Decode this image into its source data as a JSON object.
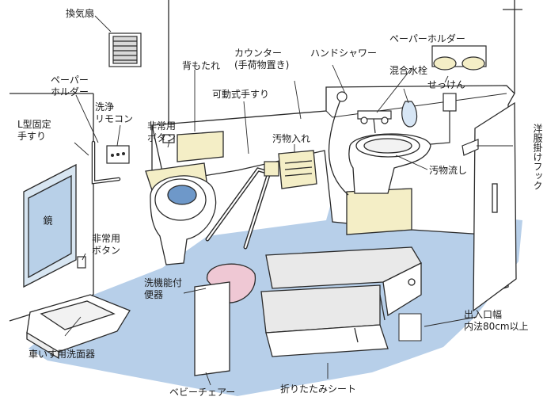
{
  "labels": {
    "fan": "換気扇",
    "paper_holder_left": "ペーパー\nホルダー",
    "wash_remote": "洗浄\nリモコン",
    "l_handrail": "L型固定\n手すり",
    "backrest": "背もたれ",
    "emergency_button_top": "非常用\nボタン",
    "movable_handrail": "可動式手すり",
    "counter": "カウンター\n(手荷物置き)",
    "hand_shower": "ハンドシャワー",
    "paper_holder_right": "ペーパーホルダー",
    "mixing_faucet": "混合水栓",
    "soap": "せっけん",
    "waste_bin": "汚物入れ",
    "slop_sink": "汚物流し",
    "clothes_hook": "洋服掛けフック",
    "mirror": "鏡",
    "emergency_button_mid": "非常用\nボタン",
    "washlet_toilet": "洗機能付\n便器",
    "doorway_width": "出入口幅\n内法80cm以上",
    "wheelchair_sink": "車いす用洗面器",
    "baby_chair": "ベビーチェアー",
    "folding_seat": "折りたたみシート"
  },
  "colors": {
    "floor": "#b7cfe9",
    "line": "#2a2a2a",
    "fixture": "#ffffff",
    "cushion": "#e9e9e9",
    "cream": "#f4eec6",
    "baby_chair": "#efc8d4",
    "toilet_bowl": "#6e98c9"
  }
}
